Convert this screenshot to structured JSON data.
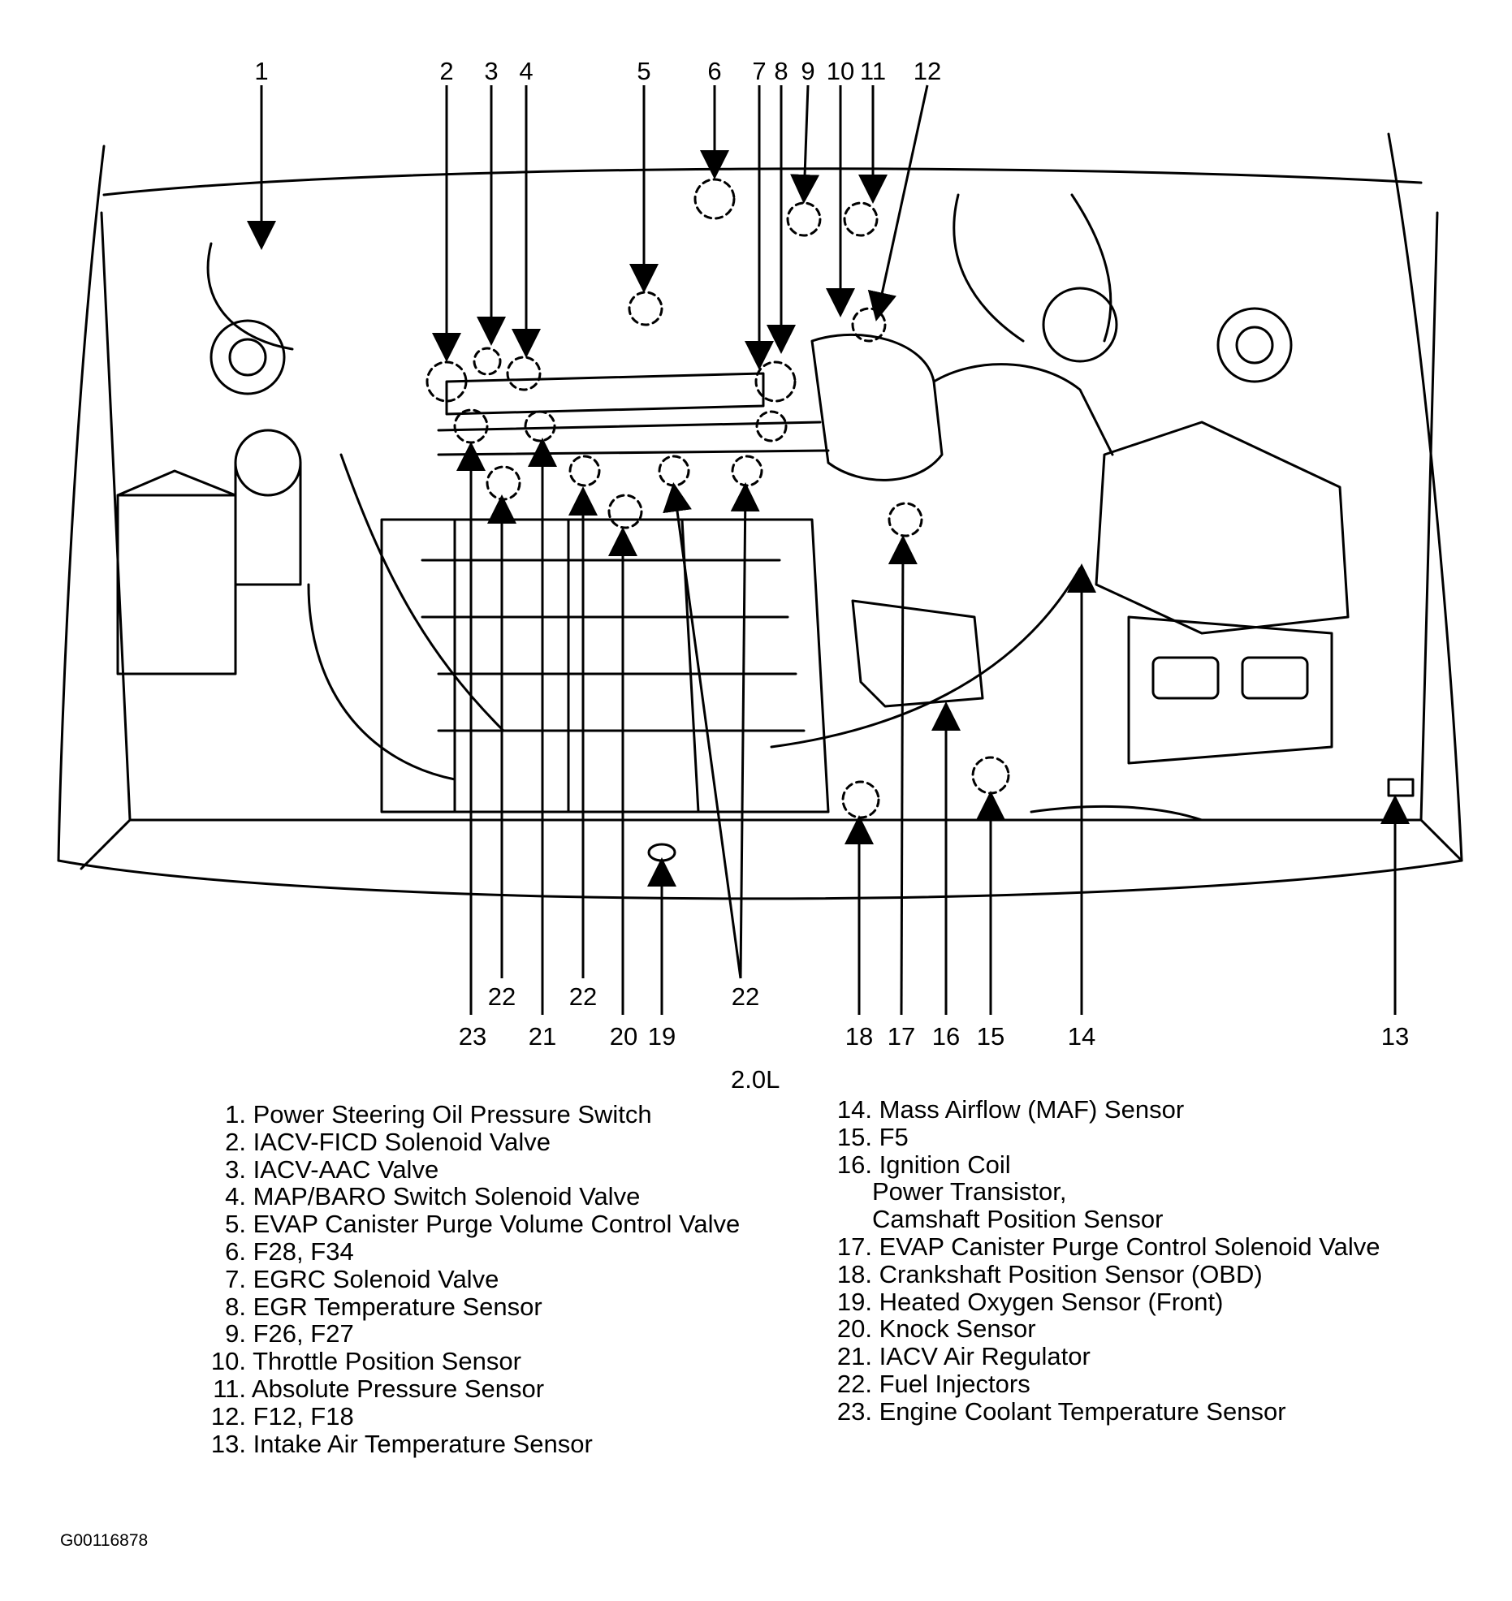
{
  "figure": {
    "engine_label": "2.0L",
    "figure_id": "G00116878",
    "callouts_top": [
      "1",
      "2",
      "3",
      "4",
      "5",
      "6",
      "7",
      "8",
      "9",
      "10",
      "11",
      "12"
    ],
    "callouts_bottom_lower": [
      "23",
      "21",
      "20",
      "19",
      "18",
      "17",
      "16",
      "15",
      "14",
      "13"
    ],
    "callouts_bottom_upper": [
      "22",
      "22",
      "22"
    ]
  },
  "legend": {
    "left": [
      {
        "num": "1.",
        "label": "Power Steering Oil Pressure Switch"
      },
      {
        "num": "2.",
        "label": "IACV-FICD Solenoid Valve"
      },
      {
        "num": "3.",
        "label": "IACV-AAC Valve"
      },
      {
        "num": "4.",
        "label": "MAP/BARO Switch Solenoid Valve"
      },
      {
        "num": "5.",
        "label": "EVAP Canister Purge Volume Control Valve"
      },
      {
        "num": "6.",
        "label": "F28, F34"
      },
      {
        "num": "7.",
        "label": "EGRC Solenoid Valve"
      },
      {
        "num": "8.",
        "label": "EGR Temperature Sensor"
      },
      {
        "num": "9.",
        "label": "F26, F27"
      },
      {
        "num": "10.",
        "label": "Throttle Position Sensor"
      },
      {
        "num": "11.",
        "label": "Absolute Pressure Sensor"
      },
      {
        "num": "12.",
        "label": "F12, F18"
      },
      {
        "num": "13.",
        "label": "Intake Air Temperature Sensor"
      }
    ],
    "right": [
      {
        "num": "14.",
        "label": "Mass Airflow (MAF) Sensor"
      },
      {
        "num": "15.",
        "label": "F5"
      },
      {
        "num": "16.",
        "label": "Ignition Coil"
      },
      {
        "cont": "Power Transistor,"
      },
      {
        "cont": "Camshaft Position Sensor"
      },
      {
        "num": "17.",
        "label": "EVAP Canister Purge Control Solenoid Valve"
      },
      {
        "num": "18.",
        "label": "Crankshaft Position Sensor (OBD)"
      },
      {
        "num": "19.",
        "label": "Heated Oxygen Sensor (Front)"
      },
      {
        "num": "20.",
        "label": "Knock Sensor"
      },
      {
        "num": "21.",
        "label": "IACV Air Regulator"
      },
      {
        "num": "22.",
        "label": "Fuel Injectors"
      },
      {
        "num": "23.",
        "label": "Engine Coolant Temperature Sensor"
      }
    ]
  }
}
